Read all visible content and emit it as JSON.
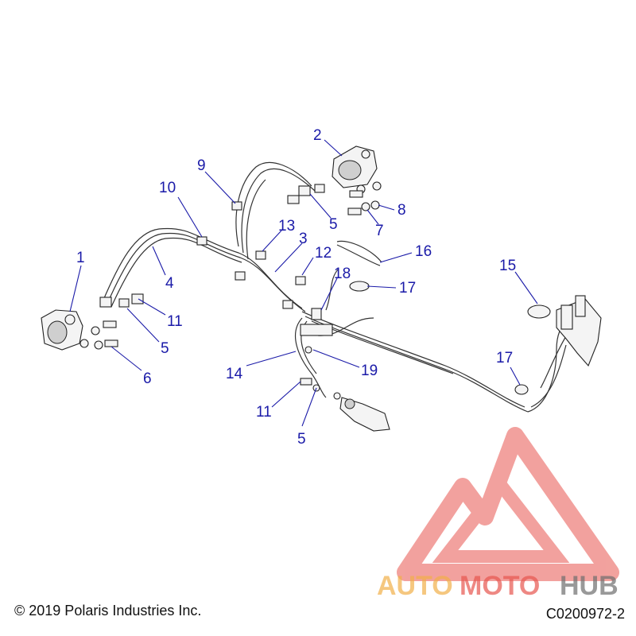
{
  "callouts": [
    {
      "id": "c1",
      "label": "1"
    },
    {
      "id": "c2",
      "label": "2"
    },
    {
      "id": "c3",
      "label": "3"
    },
    {
      "id": "c4",
      "label": "4"
    },
    {
      "id": "c5a",
      "label": "5"
    },
    {
      "id": "c5b",
      "label": "5"
    },
    {
      "id": "c5c",
      "label": "5"
    },
    {
      "id": "c6",
      "label": "6"
    },
    {
      "id": "c7",
      "label": "7"
    },
    {
      "id": "c8",
      "label": "8"
    },
    {
      "id": "c9",
      "label": "9"
    },
    {
      "id": "c10",
      "label": "10"
    },
    {
      "id": "c11a",
      "label": "11"
    },
    {
      "id": "c11b",
      "label": "11"
    },
    {
      "id": "c12",
      "label": "12"
    },
    {
      "id": "c13",
      "label": "13"
    },
    {
      "id": "c14",
      "label": "14"
    },
    {
      "id": "c15",
      "label": "15"
    },
    {
      "id": "c16",
      "label": "16"
    },
    {
      "id": "c17a",
      "label": "17"
    },
    {
      "id": "c17b",
      "label": "17"
    },
    {
      "id": "c18",
      "label": "18"
    },
    {
      "id": "c19",
      "label": "19"
    }
  ],
  "copyright": "© 2019 Polaris Industries Inc.",
  "drawing_id": "C0200972-2",
  "watermark": {
    "text_part1": "AUTO",
    "text_part2": "MOTO",
    "text_part3": "HUB",
    "color_triangle": "#e8564f",
    "color_auto": "#f2b04a",
    "color_moto": "#e8564f",
    "color_hub": "#6e6e6e"
  }
}
